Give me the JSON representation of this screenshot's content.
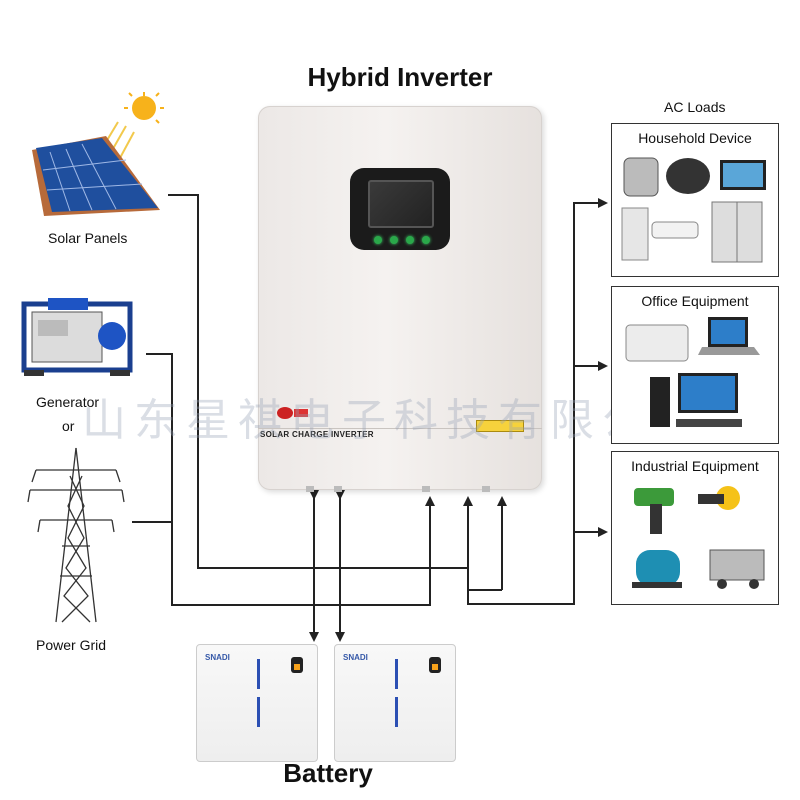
{
  "title": "Hybrid Inverter",
  "sources": {
    "solar_label": "Solar Panels",
    "generator_label_line1": "Generator",
    "generator_label_line2": "or",
    "grid_label": "Power Grid"
  },
  "inverter": {
    "model_label": "SOLAR CHARGE INVERTER"
  },
  "ac_loads": {
    "heading": "AC Loads",
    "groups": [
      {
        "label": "Household Device"
      },
      {
        "label": "Office Equipment"
      },
      {
        "label": "Industrial Equipment"
      }
    ]
  },
  "battery": {
    "label": "Battery",
    "brand": "SNADI"
  },
  "watermark": "山东星祺电子科技有限公司",
  "colors": {
    "line": "#222222",
    "inverter_body": "#efebe9",
    "display_buttons": "#2aa84a",
    "battery_bar": "#2b4fb3"
  }
}
